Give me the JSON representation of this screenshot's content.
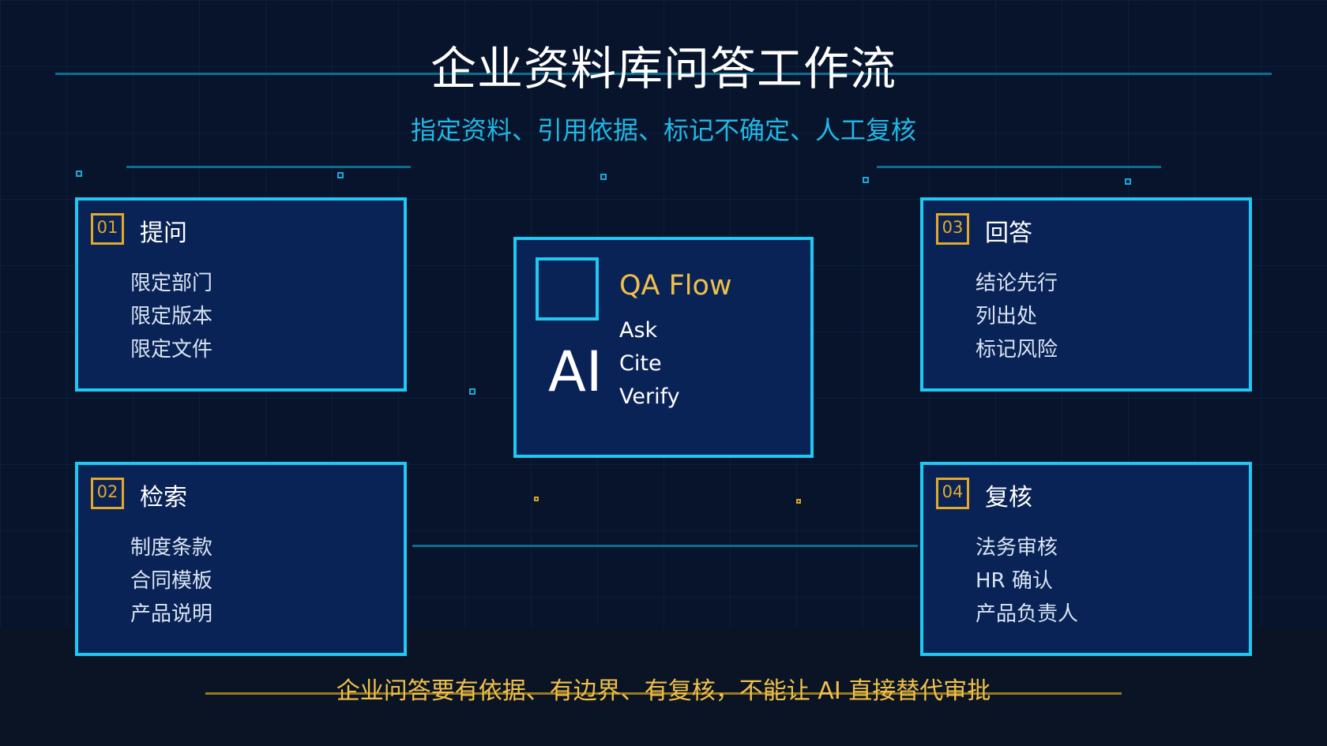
{
  "title": "企业资料库问答工作流",
  "subtitle": "指定资料、引用依据、标记不确定、人工复核",
  "cards": [
    {
      "num": "01",
      "title": "提问",
      "items": [
        "限定部门",
        "限定版本",
        "限定文件"
      ]
    },
    {
      "num": "02",
      "title": "检索",
      "items": [
        "制度条款",
        "合同模板",
        "产品说明"
      ]
    },
    {
      "num": "03",
      "title": "回答",
      "items": [
        "结论先行",
        "列出处",
        "标记风险"
      ]
    },
    {
      "num": "04",
      "title": "复核",
      "items": [
        "法务审核",
        "HR 确认",
        "产品负责人"
      ]
    }
  ],
  "center": {
    "logo": "AI",
    "heading": "QA Flow",
    "steps": [
      "Ask",
      "Cite",
      "Verify"
    ]
  },
  "footer": "企业问答要有依据、有边界、有复核，不能让 AI 直接替代审批",
  "colors": {
    "accent": "#1ec9f4",
    "gold": "#e2a92a",
    "card_bg": "#0a2356",
    "page_bg": "#07142c"
  }
}
